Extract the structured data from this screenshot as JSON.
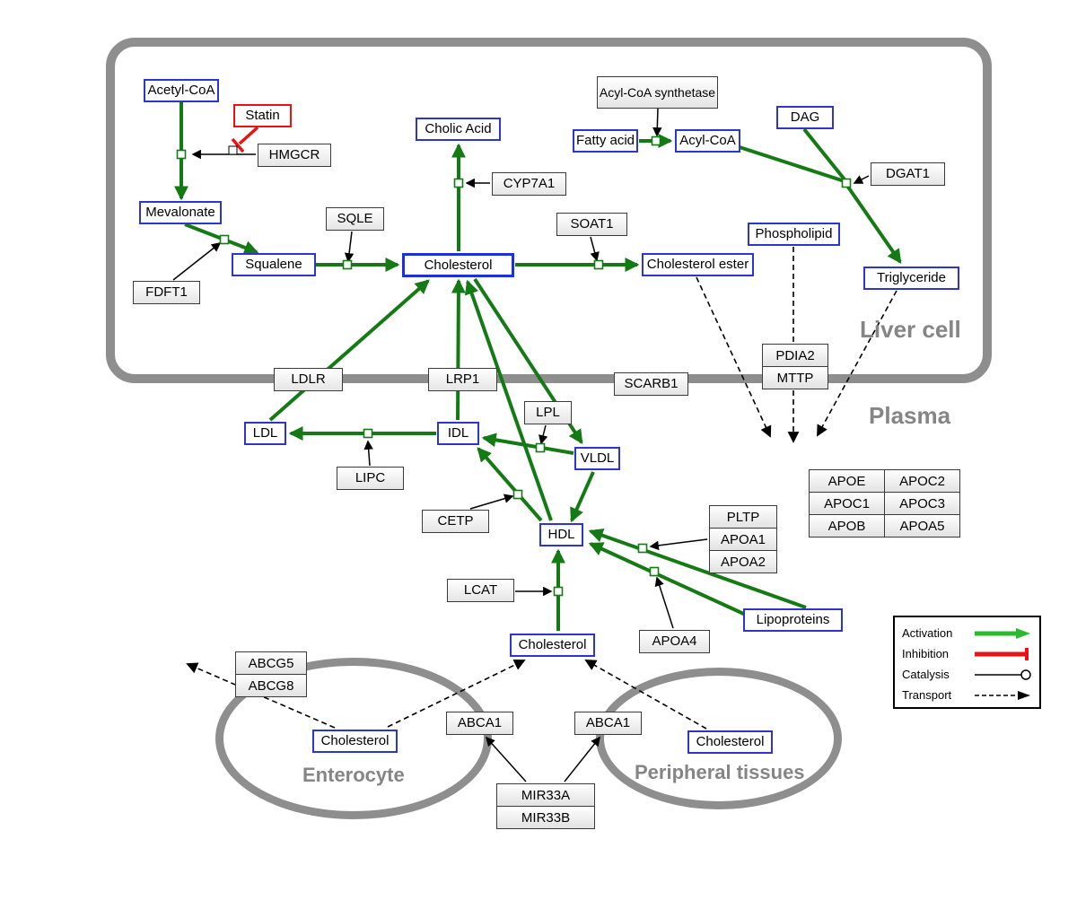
{
  "compartments": {
    "liver": "Liver cell",
    "plasma": "Plasma",
    "enterocyte": "Enterocyte",
    "peripheral": "Peripheral tissues"
  },
  "legend": {
    "activation": "Activation",
    "inhibition": "Inhibition",
    "catalysis": "Catalysis",
    "transport": "Transport"
  },
  "colors": {
    "metabolite_border": "#2d35cf",
    "gene_border": "#3a3a3a",
    "activation_green": "#147a14",
    "legend_green": "#2db92d",
    "inhibition_red": "#ee1111",
    "compartment_gray": "#8e8e8e"
  },
  "nodes": {
    "acetyl_coa": "Acetyl-CoA",
    "statin": "Statin",
    "hmgcr": "HMGCR",
    "mevalonate": "Mevalonate",
    "fdft1": "FDFT1",
    "squalene": "Squalene",
    "sqle": "SQLE",
    "cholesterol_liver": "Cholesterol",
    "cholic_acid": "Cholic Acid",
    "cyp7a1": "CYP7A1",
    "soat1": "SOAT1",
    "cholesterol_ester": "Cholesterol ester",
    "fatty_acid": "Fatty acid",
    "acyl_coa": "Acyl-CoA",
    "acyl_coa_synthetase": "Acyl-CoA synthetase",
    "dag": "DAG",
    "dgat1": "DGAT1",
    "phospholipid": "Phospholipid",
    "triglyceride": "Triglyceride",
    "pdia2": "PDIA2",
    "mttp": "MTTP",
    "ldlr": "LDLR",
    "lrp1": "LRP1",
    "scarb1": "SCARB1",
    "ldl": "LDL",
    "idl": "IDL",
    "vldl": "VLDL",
    "lpl": "LPL",
    "lipc": "LIPC",
    "cetp": "CETP",
    "hdl": "HDL",
    "lcat": "LCAT",
    "pltp": "PLTP",
    "apoa1": "APOA1",
    "apoa2": "APOA2",
    "apoa4": "APOA4",
    "lipoproteins": "Lipoproteins",
    "cholesterol_plasma": "Cholesterol",
    "abcg5": "ABCG5",
    "abcg8": "ABCG8",
    "cholesterol_enterocyte": "Cholesterol",
    "abca1_left": "ABCA1",
    "abca1_right": "ABCA1",
    "cholesterol_peripheral": "Cholesterol",
    "mir33a": "MIR33A",
    "mir33b": "MIR33B",
    "apoe": "APOE",
    "apoc2": "APOC2",
    "apoc1": "APOC1",
    "apoc3": "APOC3",
    "apob": "APOB",
    "apoa5": "APOA5"
  }
}
